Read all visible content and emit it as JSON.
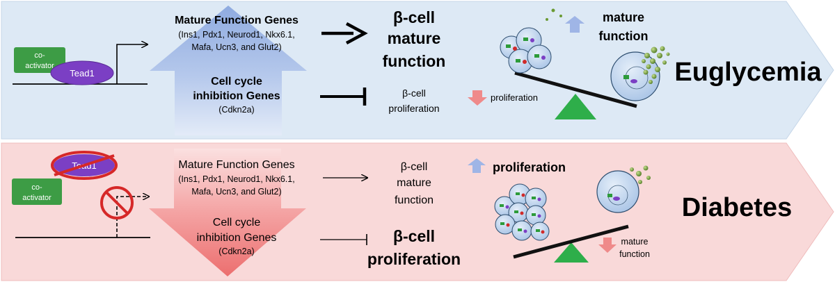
{
  "colors": {
    "top_panel": "#dde9f5",
    "bottom_panel": "#f9d9d9",
    "coactivator": "#3d9c45",
    "tead1": "#7b3fc4",
    "no_symbol": "#d62828",
    "arrow_up": "#a6bce6",
    "arrow_down": "#ef8080",
    "fulcrum": "#2eae4a",
    "granule": "#6a9a33",
    "cell_fill": "#bcd3ec"
  },
  "top": {
    "coactivator": [
      "co-",
      "activator"
    ],
    "tead1": "Tead1",
    "mature_genes_title": "Mature Function Genes",
    "mature_genes_list": [
      "(Ins1, Pdx1, Neurod1, Nkx6.1,",
      "Mafa, Ucn3, and Glut2)"
    ],
    "cellcycle_genes_title": [
      "Cell cycle",
      "inhibition Genes"
    ],
    "cellcycle_genes_sub": "(Cdkn2a)",
    "outcome_function": [
      "β-cell",
      "mature",
      "function"
    ],
    "outcome_proliferation": [
      "β-cell",
      "proliferation"
    ],
    "indicator_function": [
      "mature",
      "function"
    ],
    "indicator_proliferation": "proliferation",
    "state": "Euglycemia"
  },
  "bottom": {
    "coactivator": [
      "co-",
      "activator"
    ],
    "tead1": "Tead1",
    "mature_genes_title": "Mature Function Genes",
    "mature_genes_list": [
      "(Ins1, Pdx1, Neurod1, Nkx6.1,",
      "Mafa, Ucn3, and Glut2)"
    ],
    "cellcycle_genes_title": [
      "Cell cycle",
      "inhibition Genes"
    ],
    "cellcycle_genes_sub": "(Cdkn2a)",
    "outcome_function": [
      "β-cell",
      "mature",
      "function"
    ],
    "outcome_proliferation": [
      "β-cell",
      "proliferation"
    ],
    "indicator_proliferation": "proliferation",
    "indicator_function": [
      "mature",
      "function"
    ],
    "state": "Diabetes"
  }
}
